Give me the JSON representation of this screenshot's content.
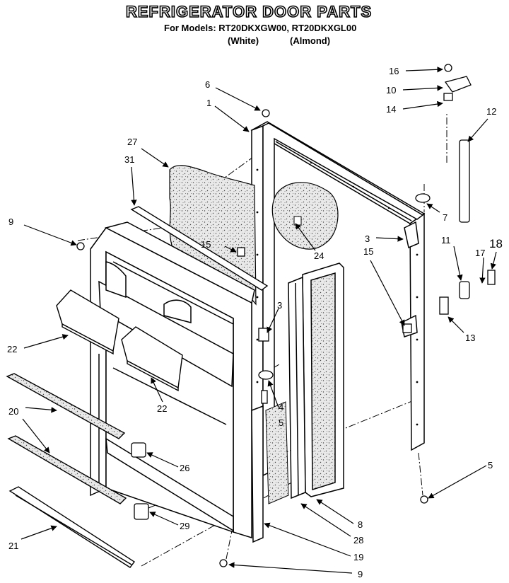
{
  "title": "REFRIGERATOR DOOR PARTS",
  "models_line": "For Models: RT20DKXGW00, RT20DKXGL00",
  "variants": [
    "(White)",
    "(Almond)"
  ],
  "callouts": [
    {
      "id": "c16",
      "label": "16"
    },
    {
      "id": "c10",
      "label": "10"
    },
    {
      "id": "c14",
      "label": "14"
    },
    {
      "id": "c12",
      "label": "12"
    },
    {
      "id": "c6",
      "label": "6"
    },
    {
      "id": "c1",
      "label": "1"
    },
    {
      "id": "c27",
      "label": "27"
    },
    {
      "id": "c31",
      "label": "31"
    },
    {
      "id": "c7",
      "label": "7"
    },
    {
      "id": "c9a",
      "label": "9"
    },
    {
      "id": "c3a",
      "label": "3"
    },
    {
      "id": "c15a",
      "label": "15"
    },
    {
      "id": "c15b",
      "label": "15"
    },
    {
      "id": "c24",
      "label": "24"
    },
    {
      "id": "c11",
      "label": "11"
    },
    {
      "id": "c17",
      "label": "17"
    },
    {
      "id": "c18",
      "label": "18"
    },
    {
      "id": "c3b",
      "label": "3"
    },
    {
      "id": "c13",
      "label": "13"
    },
    {
      "id": "c22a",
      "label": "22"
    },
    {
      "id": "c22b",
      "label": "22"
    },
    {
      "id": "c4",
      "label": "4"
    },
    {
      "id": "c5a",
      "label": "5"
    },
    {
      "id": "c20",
      "label": "20"
    },
    {
      "id": "c26",
      "label": "26"
    },
    {
      "id": "c5b",
      "label": "5"
    },
    {
      "id": "c8",
      "label": "8"
    },
    {
      "id": "c29",
      "label": "29"
    },
    {
      "id": "c28",
      "label": "28"
    },
    {
      "id": "c21",
      "label": "21"
    },
    {
      "id": "c19",
      "label": "19"
    },
    {
      "id": "c9b",
      "label": "9"
    }
  ]
}
